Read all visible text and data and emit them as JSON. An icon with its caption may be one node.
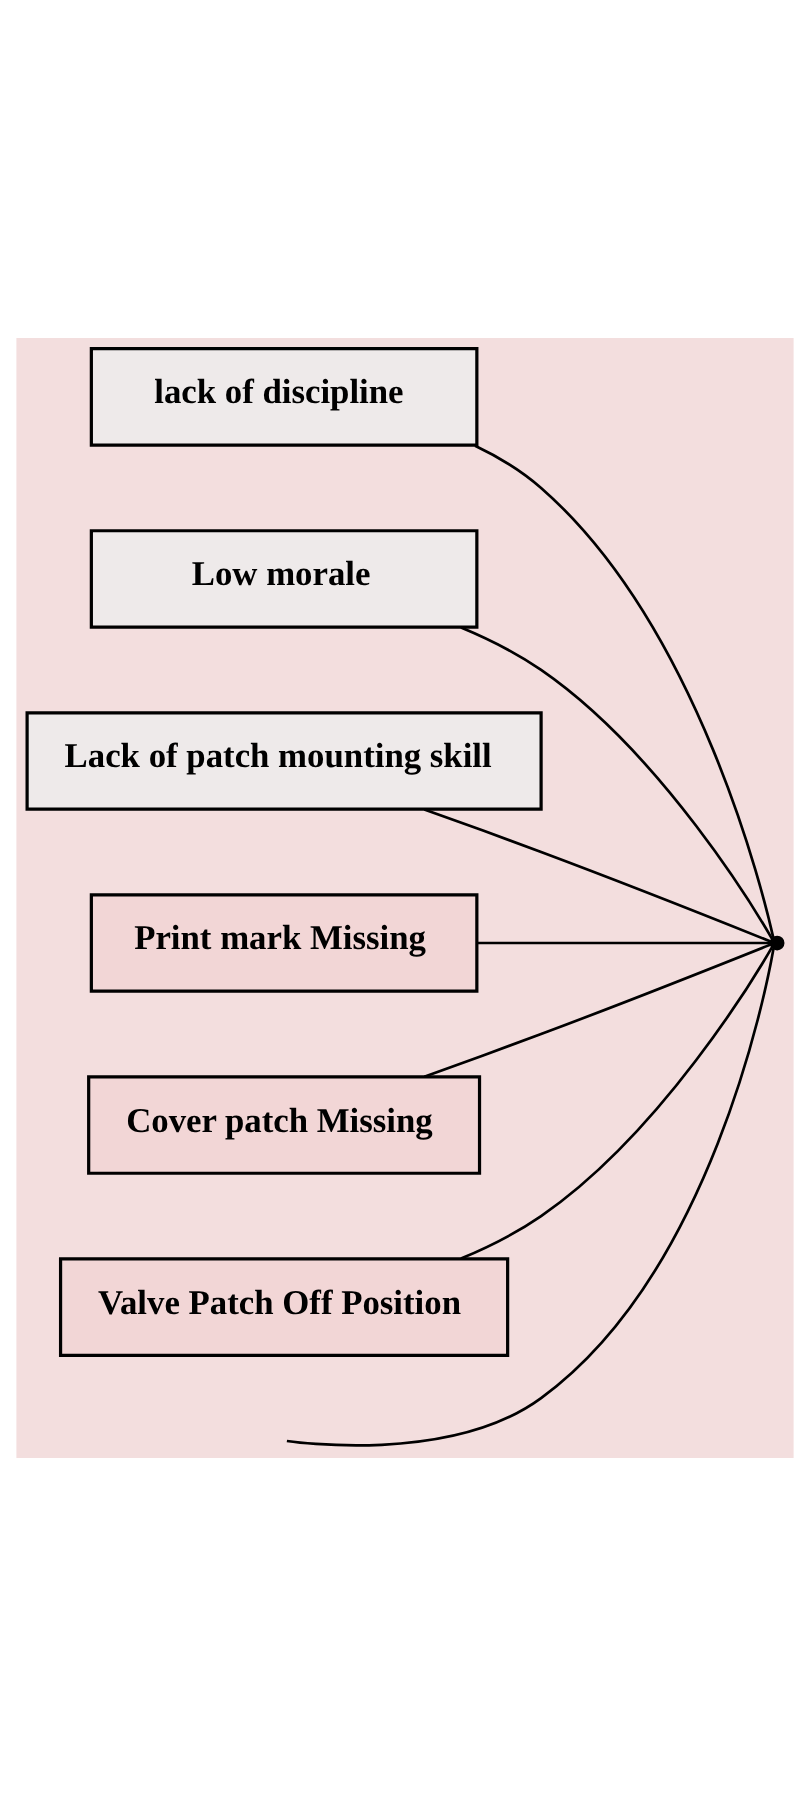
{
  "diagram": {
    "nodes": [
      {
        "text": [
          "lack of discipline"
        ]
      },
      {
        "text": [
          "Low morale"
        ]
      },
      {
        "text": [
          "Lack of patch mounting skill"
        ]
      },
      {
        "text": [
          "Print mark Missing"
        ]
      },
      {
        "text": [
          "Cover patch Missing"
        ]
      },
      {
        "text": [
          "Valve Patch Off Position"
        ]
      },
      {
        "text": [],
        "shape": "point"
      }
    ],
    "edges": [
      {
        "from": 0,
        "to": 6,
        "arrow": "none"
      },
      {
        "from": 1,
        "to": 6,
        "arrow": "none"
      },
      {
        "from": 2,
        "to": 6,
        "arrow": "none"
      },
      {
        "from": null,
        "to": 6,
        "arrow": "none"
      },
      {
        "from": 3,
        "to": 6,
        "arrow": "none"
      },
      {
        "from": 4,
        "to": 6,
        "arrow": "none"
      },
      {
        "from": 5,
        "to": 6,
        "arrow": "none"
      }
    ]
  }
}
